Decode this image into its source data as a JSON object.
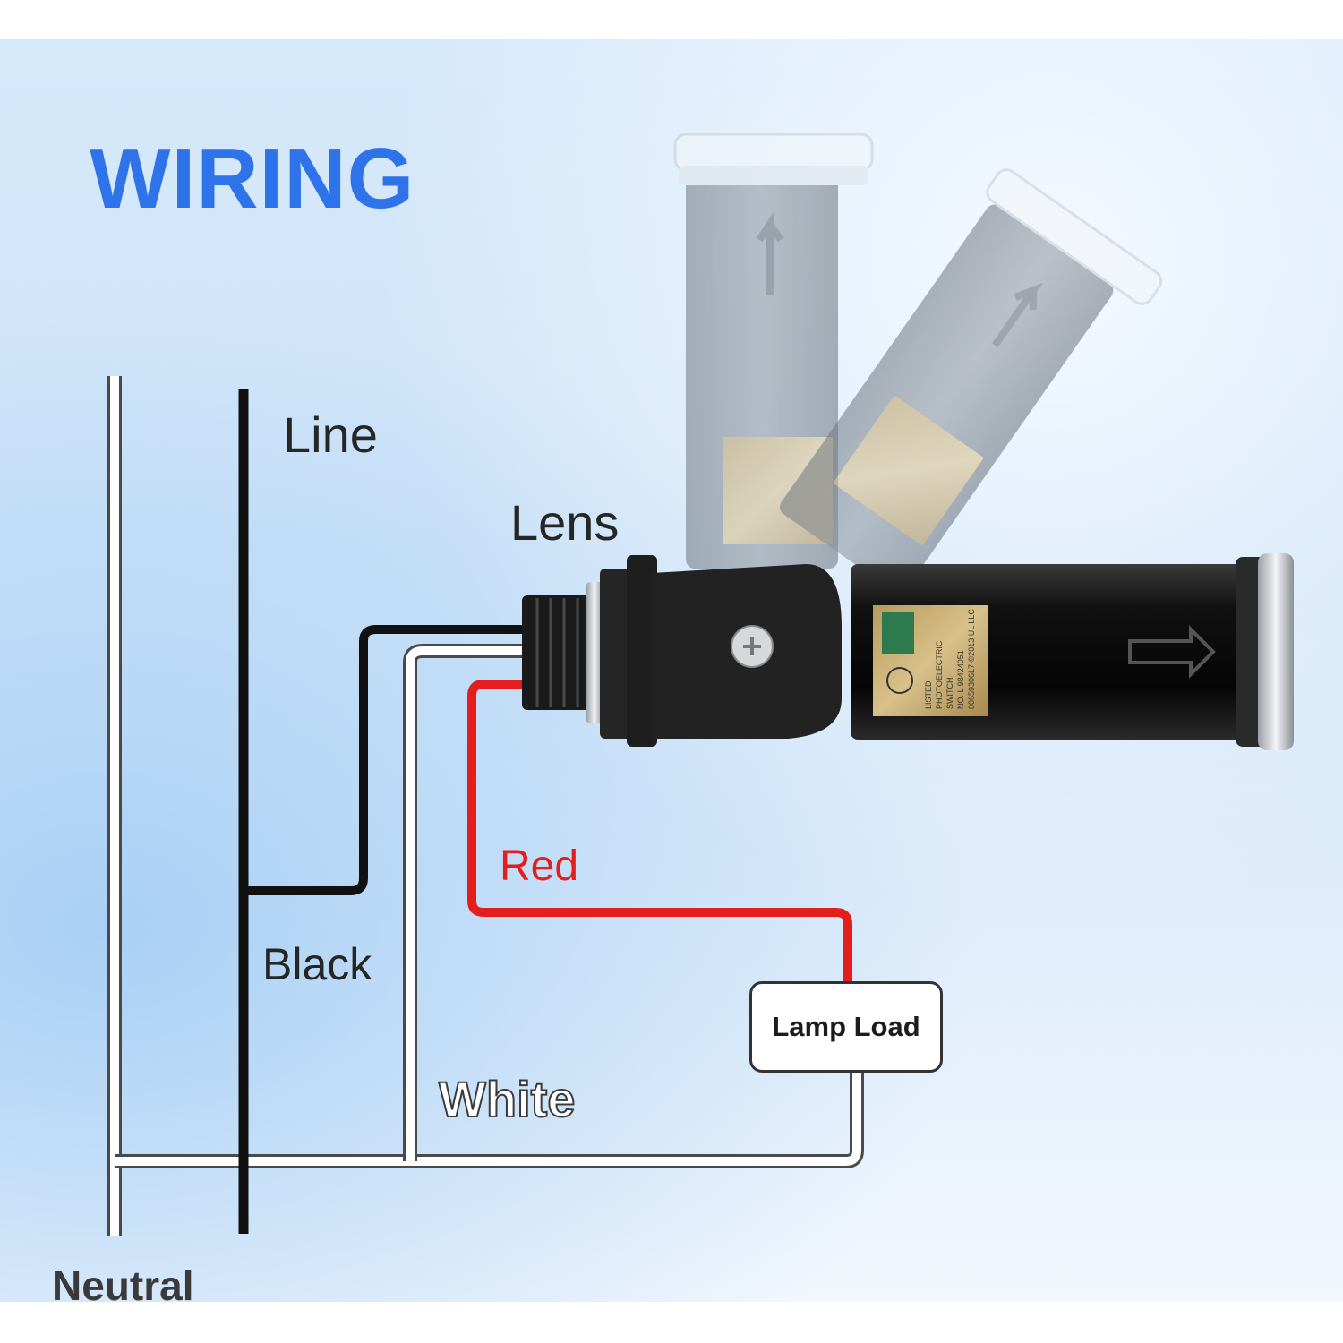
{
  "title": "WIRING",
  "labels": {
    "line": "Line",
    "lens": "Lens",
    "red": "Red",
    "black": "Black",
    "white": "White",
    "neutral": "Neutral",
    "lamp_load": "Lamp Load"
  },
  "product_label": {
    "lines": [
      "LISTED",
      "PHOTOELECTRIC",
      "SWITCH",
      "NO. L 98424051",
      "00659306L7 ©2013 UL LLC"
    ]
  },
  "colors": {
    "title": "#2f73ea",
    "red_wire": "#e41d1d",
    "black_wire": "#111111",
    "white_wire": "#ffffff"
  },
  "icons": [
    "ul-listed-icon",
    "arrow-right-icon",
    "screw-icon"
  ]
}
